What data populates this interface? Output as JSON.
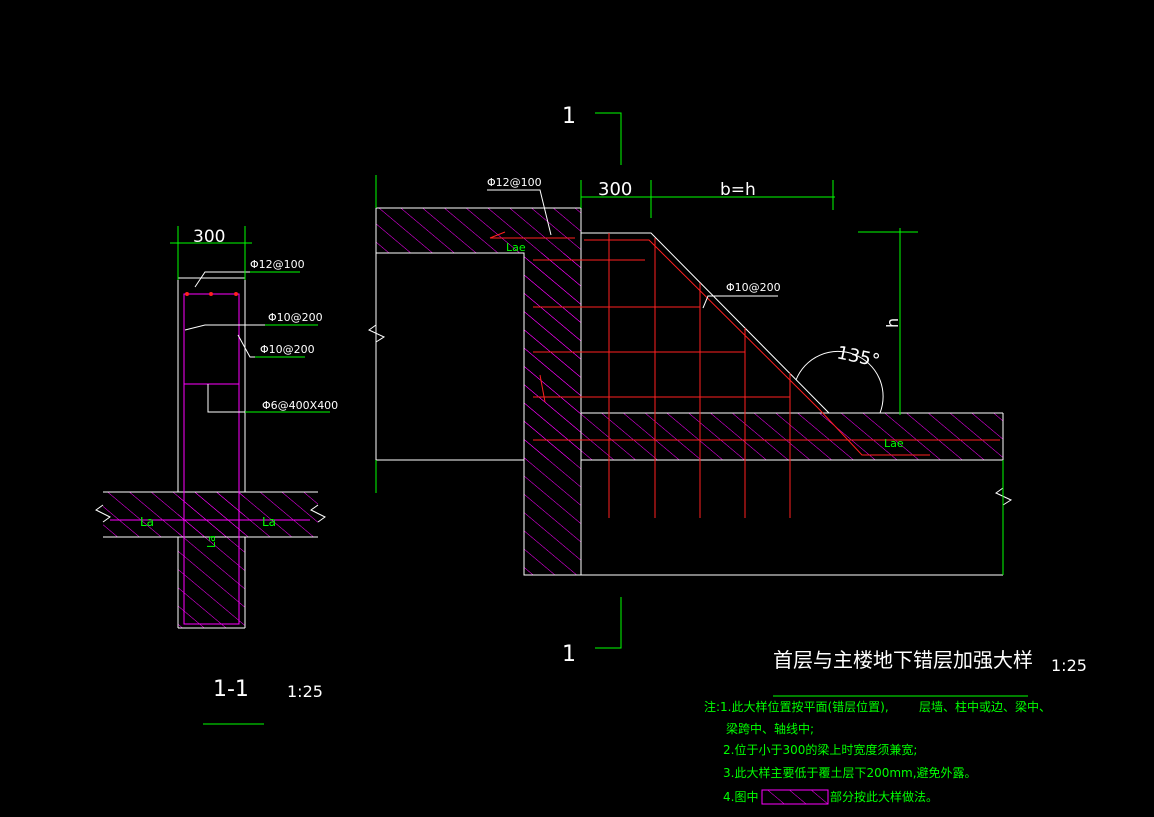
{
  "section": {
    "dim_width": "300",
    "rebar_top": "Φ12@100",
    "rebar_stirrup_a": "Φ10@200",
    "rebar_stirrup_b": "Φ10@200",
    "rebar_tie": "Φ6@400X400",
    "la_left": "La",
    "la_right": "La",
    "la_vertical": "La",
    "title": "1-1",
    "scale": "1:25"
  },
  "elevation": {
    "cut_mark_top": "1",
    "cut_mark_bottom": "1",
    "dim_300": "300",
    "dim_b": "b=h",
    "dim_h": "h",
    "angle": "135°",
    "rebar_top": "Φ12@100",
    "rebar_slope": "Φ10@200",
    "lae_top": "Lae",
    "lae_bottom": "Lae"
  },
  "title_block": {
    "title": "首层与主楼地下错层加强大样",
    "scale": "1:25"
  },
  "notes": {
    "line1a": "注:1.此大样位置按平面(错层位置),",
    "line1b": "层墙、柱中或边、梁中、",
    "line1c": "梁跨中、轴线中;",
    "line2": "2.位于小于300的梁上时宽度须兼宽;",
    "line3": "3.此大样主要低于覆土层下200mm,避免外露。",
    "line4a": "4.图中",
    "line4b": "部分按此大样做法。"
  },
  "colors": {
    "background": "#000000",
    "outline": "#ffffff",
    "dimension": "#00ff00",
    "hatch": "#ff00ff",
    "rebar": "#ff2020"
  }
}
